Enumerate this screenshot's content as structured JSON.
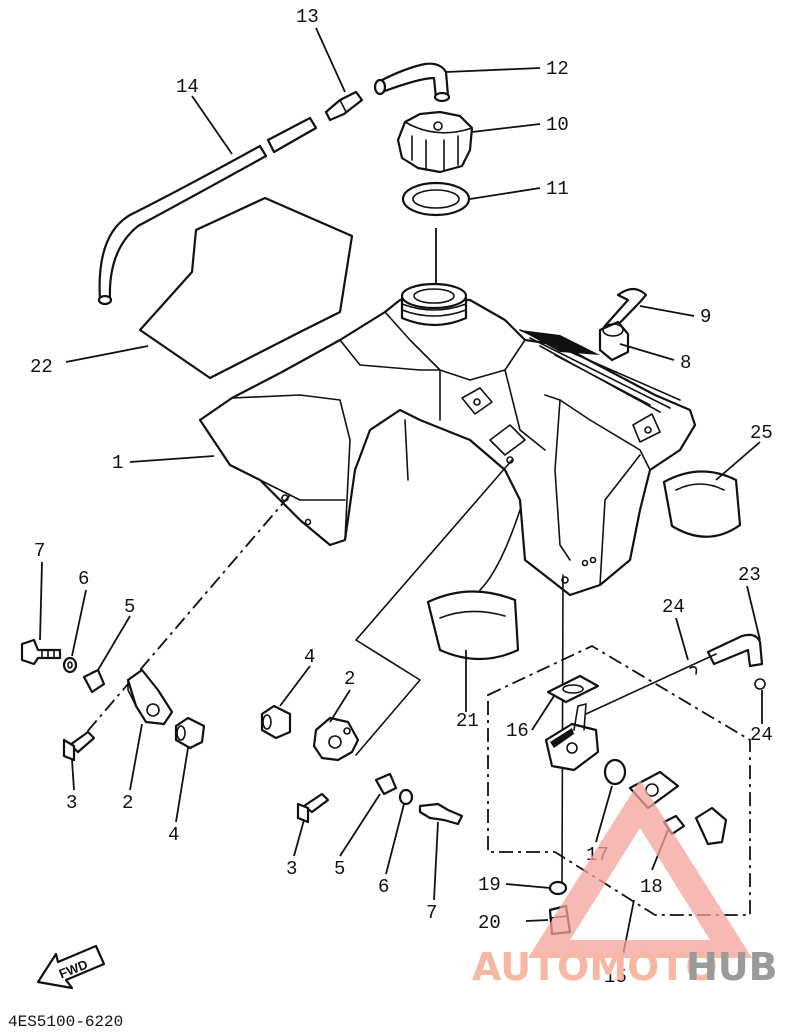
{
  "diagram": {
    "doc_code": "4ES5100-6220",
    "fwd_label": "FWD",
    "callouts": {
      "c1": "1",
      "c2a": "2",
      "c2b": "2",
      "c3a": "3",
      "c3b": "3",
      "c4a": "4",
      "c4b": "4",
      "c5a": "5",
      "c5b": "5",
      "c6a": "6",
      "c6b": "6",
      "c7a": "7",
      "c7b": "7",
      "c8": "8",
      "c9": "9",
      "c10": "10",
      "c11": "11",
      "c12": "12",
      "c13": "13",
      "c14": "14",
      "c15": "15",
      "c16": "16",
      "c17": "17",
      "c18": "18",
      "c19": "19",
      "c20": "20",
      "c21": "21",
      "c22": "22",
      "c23": "23",
      "c24a": "24",
      "c24b": "24",
      "c25": "25"
    }
  },
  "watermark": {
    "part1": "AUTOMOTO",
    "part2": "HUB",
    "color_primary": "#f4a19a",
    "color_secondary": "#9a9a9a"
  }
}
